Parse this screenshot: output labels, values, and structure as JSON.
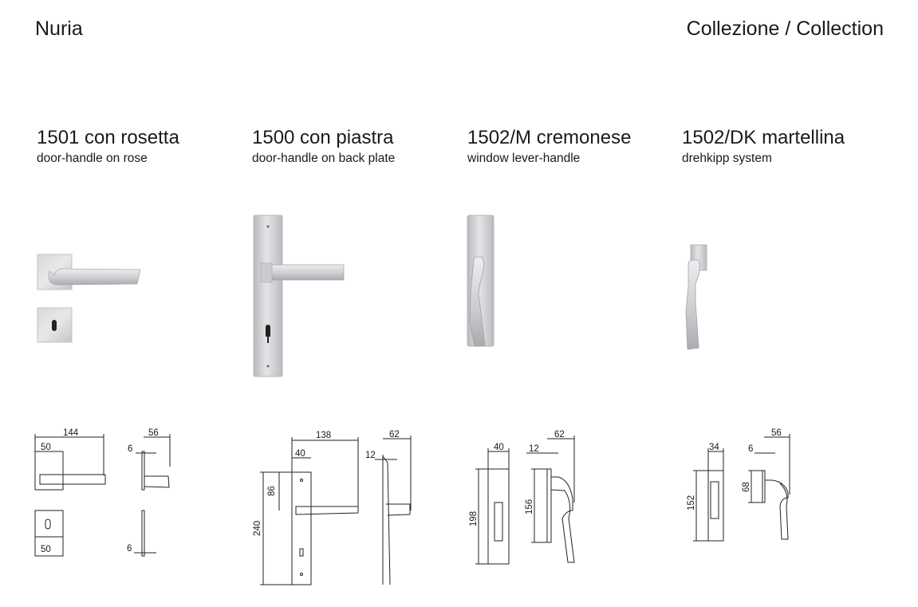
{
  "header": {
    "brand": "Nuria",
    "collection": "Collezione / Collection"
  },
  "products": [
    {
      "code": "1501 con rosetta",
      "desc": "door-handle on rose"
    },
    {
      "code": "1500 con piastra",
      "desc": "door-handle on back plate"
    },
    {
      "code": "1502/M cremonese",
      "desc": "window lever-handle"
    },
    {
      "code": "1502/DK martellina",
      "desc": "drehkipp system"
    }
  ],
  "dims": {
    "d1501": {
      "w144": "144",
      "w50a": "50",
      "d56": "56",
      "t6a": "6",
      "w50b": "50",
      "t6b": "6"
    },
    "d1500": {
      "w138": "138",
      "w40": "40",
      "h86": "86",
      "h240": "240",
      "d62": "62",
      "t12": "12"
    },
    "d1502m": {
      "w40": "40",
      "h198": "198",
      "d62": "62",
      "t12": "12",
      "h156": "156"
    },
    "d1502dk": {
      "w34": "34",
      "h152": "152",
      "d56": "56",
      "t6": "6",
      "h68": "68"
    }
  }
}
